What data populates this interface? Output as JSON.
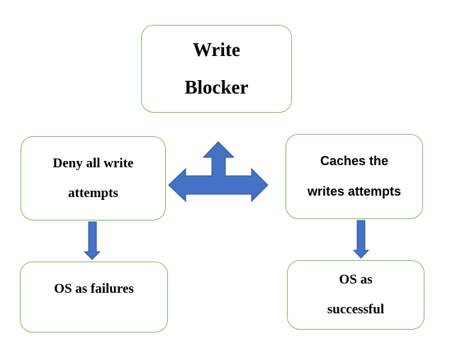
{
  "diagram": {
    "root": {
      "line1": "Write",
      "line2": "Blocker"
    },
    "left_branch": {
      "line1": "Deny all write",
      "line2": "attempts"
    },
    "right_branch": {
      "line1": "Caches the",
      "line2": "writes attempts"
    },
    "left_result": {
      "line1": "OS as failures"
    },
    "right_result": {
      "line1": "OS as",
      "line2": "successful"
    }
  },
  "colors": {
    "box_border": "#7dbb5a",
    "arrow_fill": "#4472c4",
    "arrow_stroke": "#2f5597"
  }
}
